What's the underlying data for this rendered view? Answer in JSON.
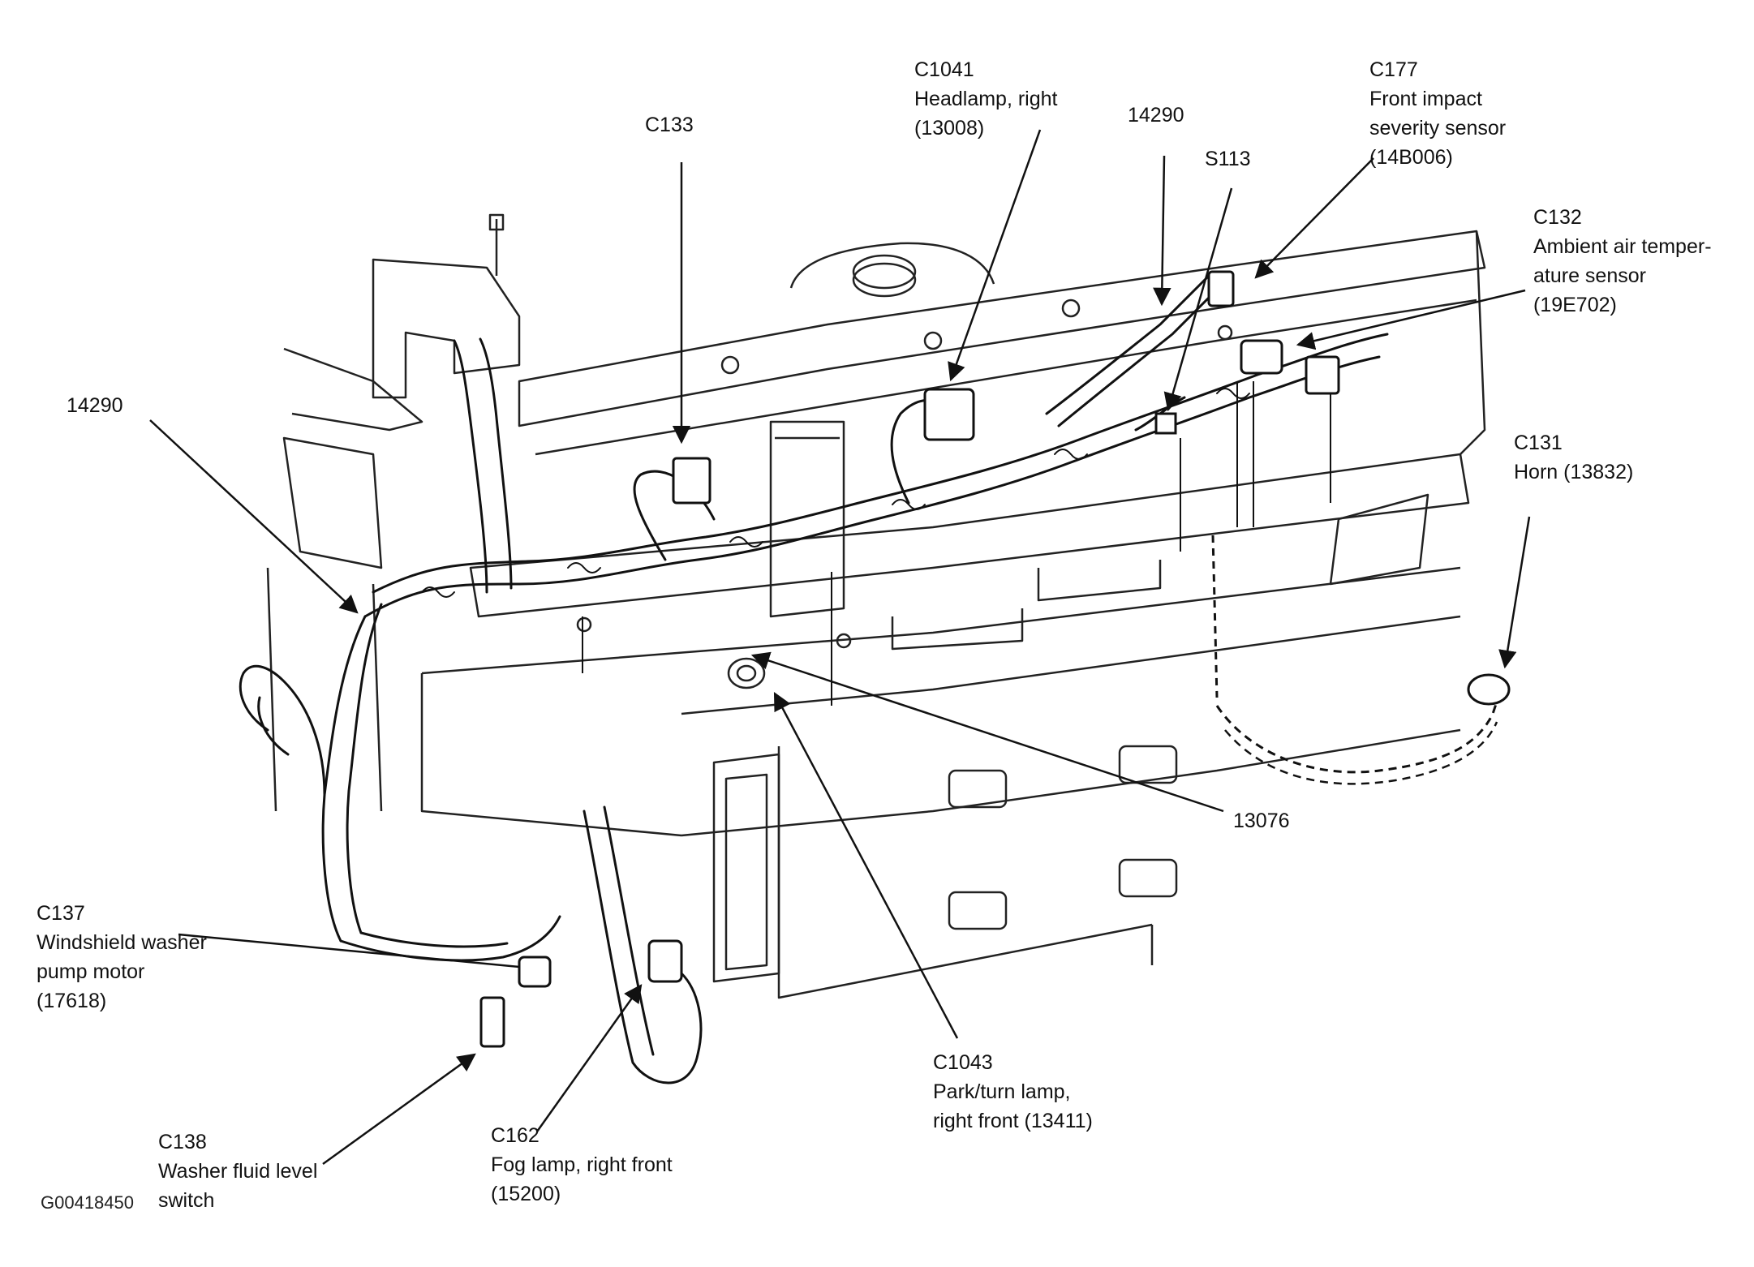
{
  "figure_id": "G00418450",
  "callouts": {
    "c1041": {
      "code": "C1041",
      "desc": "Headlamp, right",
      "part": "(13008)"
    },
    "w14290_top": {
      "code": "14290"
    },
    "c177": {
      "code": "C177",
      "desc1": "Front impact",
      "desc2": "severity sensor",
      "part": "(14B006)"
    },
    "c133": {
      "code": "C133"
    },
    "s113": {
      "code": "S113"
    },
    "c132": {
      "code": "C132",
      "desc1": "Ambient air temper-",
      "desc2": "ature sensor",
      "part": "(19E702)"
    },
    "w14290_left": {
      "code": "14290"
    },
    "c131": {
      "code": "C131",
      "desc": "Horn (13832)"
    },
    "w13076": {
      "code": "13076"
    },
    "c137": {
      "code": "C137",
      "desc1": "Windshield washer",
      "desc2": "pump motor",
      "part": "(17618)"
    },
    "c1043": {
      "code": "C1043",
      "desc1": "Park/turn lamp,",
      "desc2": "right front (13411)"
    },
    "c138": {
      "code": "C138",
      "desc1": "Washer fluid level",
      "desc2": "switch"
    },
    "c162": {
      "code": "C162",
      "desc": "Fog lamp, right front",
      "part": "(15200)"
    }
  }
}
